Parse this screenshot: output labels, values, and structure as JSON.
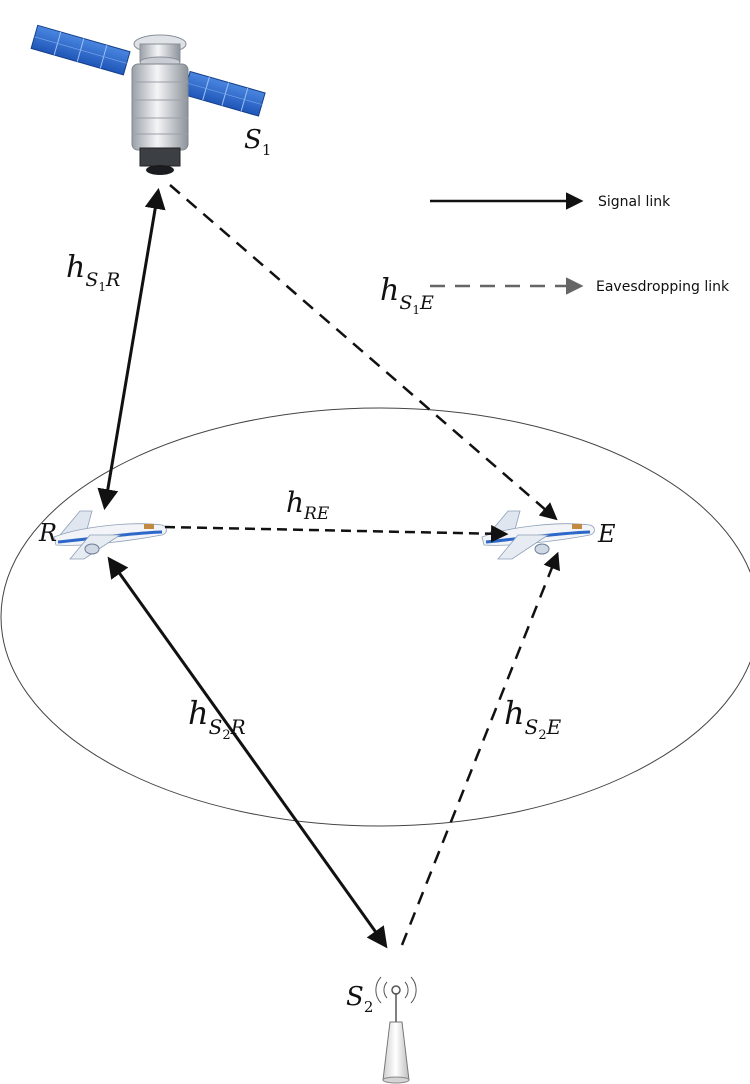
{
  "nodes": {
    "s1": {
      "main": "S",
      "sub": "1"
    },
    "s2": {
      "main": "S",
      "sub": "2"
    },
    "relay": {
      "main": "R"
    },
    "eaves": {
      "main": "E"
    }
  },
  "channels": {
    "s1r": {
      "main": "h",
      "sub1": "S",
      "sub2": "1",
      "sub3": "R"
    },
    "s1e": {
      "main": "h",
      "sub1": "S",
      "sub2": "1",
      "sub3": "E"
    },
    "re": {
      "main": "h",
      "sub1": "RE"
    },
    "s2r": {
      "main": "h",
      "sub1": "S",
      "sub2": "2",
      "sub3": "R"
    },
    "s2e": {
      "main": "h",
      "sub1": "S",
      "sub2": "2",
      "sub3": "E"
    }
  },
  "legend": {
    "signal": "Signal link",
    "eavesdropping": "Eavesdropping  link"
  },
  "colors": {
    "link": "#111111",
    "legend_dashed": "#666666",
    "ellipse": "#444444",
    "panel": "#2f6fd0",
    "plane_body": "#f2f4f7",
    "plane_stripe": "#2c67c9"
  },
  "icons": [
    "satellite-icon",
    "airplane-icon",
    "base-station-icon"
  ]
}
